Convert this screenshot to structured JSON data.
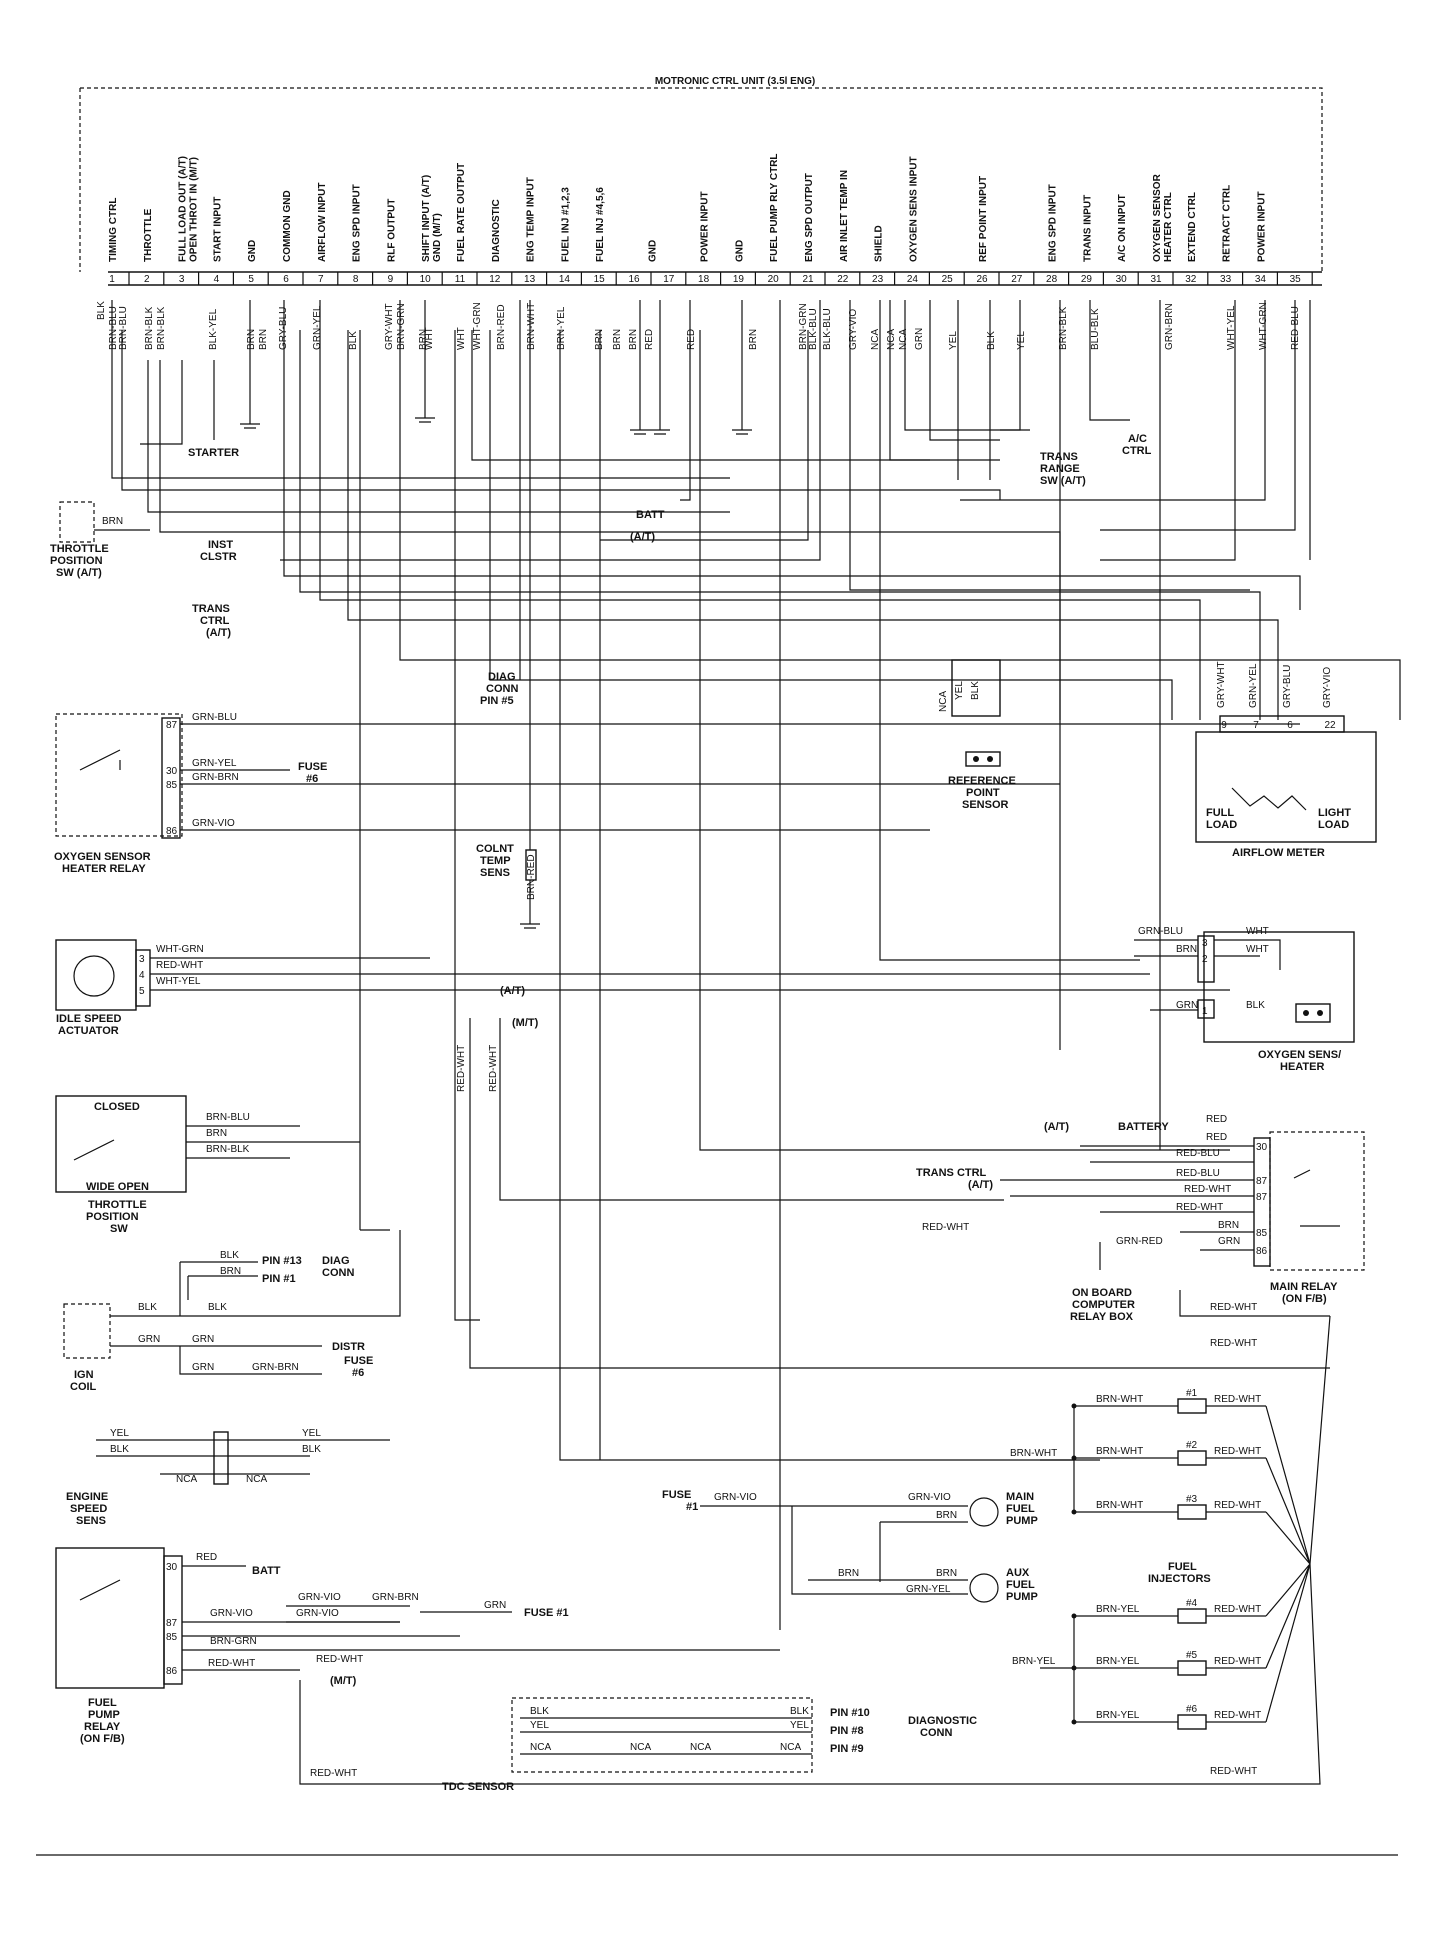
{
  "ecu": {
    "title": "MOTRONIC CTRL UNIT (3.5l ENG)",
    "functions": [
      [
        "TIMING CTRL"
      ],
      [
        "THROTTLE"
      ],
      [
        "FULL LOAD OUT (A/T)",
        "OPEN THROT IN (M/T)"
      ],
      [
        "START INPUT"
      ],
      [
        "GND"
      ],
      [
        "COMMON GND"
      ],
      [
        "AIRFLOW INPUT"
      ],
      [
        "ENG SPD INPUT"
      ],
      [
        "RLF OUTPUT"
      ],
      [
        "SHIFT INPUT (A/T)",
        "GND (M/T)"
      ],
      [
        "FUEL RATE OUTPUT"
      ],
      [
        "DIAGNOSTIC"
      ],
      [
        "ENG TEMP INPUT"
      ],
      [
        "FUEL INJ #1,2,3"
      ],
      [
        "FUEL INJ #4,5,6"
      ],
      [
        "GND"
      ],
      [
        "POWER INPUT"
      ],
      [
        "GND"
      ],
      [
        "FUEL PUMP RLY CTRL"
      ],
      [
        "ENG SPD OUTPUT"
      ],
      [
        "AIR INLET TEMP IN"
      ],
      [
        "SHIELD"
      ],
      [
        "OXYGEN SENS INPUT"
      ],
      [
        "REF POINT INPUT"
      ],
      [
        "ENG SPD INPUT"
      ],
      [
        "TRANS INPUT"
      ],
      [
        "A/C ON INPUT"
      ],
      [
        "OXYGEN SENSOR",
        "HEATER CTRL"
      ],
      [
        "EXTEND CTRL"
      ],
      [
        "RETRACT CTRL"
      ],
      [
        "POWER INPUT"
      ]
    ],
    "pins": [
      "1",
      "2",
      "3",
      "4",
      "5",
      "6",
      "7",
      "8",
      "9",
      "10",
      "11",
      "12",
      "13",
      "14",
      "15",
      "16",
      "17",
      "18",
      "19",
      "20",
      "21",
      "22",
      "23",
      "24",
      "25",
      "26",
      "27",
      "28",
      "29",
      "30",
      "31",
      "32",
      "33",
      "34",
      "35"
    ],
    "wires": [
      "BLK",
      "BRN-BLU",
      "BRN-BLU",
      "BRN-BLK",
      "BRN-BLK",
      "BLK-YEL",
      "BRN",
      "BRN",
      "GRY-BLU",
      "GRN-YEL",
      "BLK",
      "GRY-WHT",
      "BRN-GRN",
      "BRN",
      "WHT",
      "WHT",
      "WHT-GRN",
      "BRN-RED",
      "BRN-WHT",
      "BRN-YEL",
      "BRN",
      "BRN",
      "BRN",
      "RED",
      "RED",
      "BRN",
      "BRN-GRN",
      "BLK-BLU",
      "BLK-BLU",
      "GRY-VIO",
      "NCA",
      "NCA",
      "NCA",
      "GRN",
      "YEL",
      "BLK",
      "YEL",
      "BRN-BLK",
      "BLU-BLK",
      "GRN-BRN",
      "WHT-YEL",
      "WHT-GRN",
      "RED-BLU"
    ]
  },
  "labels": {
    "starter": "STARTER",
    "throttle_pos_sw": [
      "THROTTLE",
      "POSITION",
      "SW (A/T)"
    ],
    "inst_clstr": [
      "INST",
      "CLSTR"
    ],
    "trans_ctrl": [
      "TRANS",
      "CTRL",
      "(A/T)"
    ],
    "batt": "BATT",
    "at": "(A/T)",
    "mt": "(M/T)",
    "diag_conn": [
      "DIAG",
      "CONN",
      "PIN #5"
    ],
    "trans_range": [
      "TRANS",
      "RANGE",
      "SW (A/T)"
    ],
    "ac_ctrl": [
      "A/C",
      "CTRL"
    ],
    "ref_sensor": [
      "REFERENCE",
      "POINT",
      "SENSOR"
    ],
    "ref_wires": [
      "NCA",
      "YEL",
      "BLK"
    ],
    "airflow_meter": "AIRFLOW METER",
    "airflow_pins": [
      "9",
      "7",
      "6",
      "22"
    ],
    "airflow_wires": [
      "GRY-WHT",
      "GRN-YEL",
      "GRY-BLU",
      "GRY-VIO"
    ],
    "full_load": [
      "FULL",
      "LOAD"
    ],
    "light_load": [
      "LIGHT",
      "LOAD"
    ],
    "o2_relay": [
      "OXYGEN SENSOR",
      "HEATER RELAY"
    ],
    "o2_relay_pins": [
      "87",
      "30",
      "85",
      "86"
    ],
    "o2_relay_wires": [
      "GRN-BLU",
      "GRN-YEL",
      "GRN-BRN",
      "GRN-VIO"
    ],
    "fuse6": [
      "FUSE",
      "#6"
    ],
    "colnt": [
      "COLNT",
      "TEMP",
      "SENS"
    ],
    "isa": [
      "IDLE SPEED",
      "ACTUATOR"
    ],
    "isa_pins": [
      "3",
      "4",
      "5"
    ],
    "isa_wires": [
      "WHT-GRN",
      "RED-WHT",
      "WHT-YEL"
    ],
    "red_wht": "RED-WHT",
    "o2_sens": [
      "OXYGEN SENS/",
      "HEATER"
    ],
    "o2_sens_pins": [
      "3",
      "2",
      "1"
    ],
    "o2_sens_wires": [
      "GRN-BLU",
      "BRN",
      "GRN",
      "WHT",
      "WHT",
      "BLK"
    ],
    "tps_closed": "CLOSED",
    "tps_wide": "WIDE OPEN",
    "tps_sw": [
      "THROTTLE",
      "POSITION",
      "SW"
    ],
    "tps_wires": [
      "BRN-BLU",
      "BRN",
      "BRN-BLK"
    ],
    "battery": "BATTERY",
    "trans_ctrl2": [
      "TRANS CTRL",
      "(A/T)"
    ],
    "main_relay": [
      "MAIN RELAY",
      "(ON F/B)"
    ],
    "main_relay_pins": [
      "30",
      "87",
      "87",
      "85",
      "86"
    ],
    "main_relay_wires": [
      "RED",
      "RED",
      "RED-BLU",
      "RED-BLU",
      "RED-WHT",
      "RED-WHT",
      "BRN",
      "GRN",
      "GRN-RED",
      "RED-WHT"
    ],
    "obc": [
      "ON BOARD",
      "COMPUTER",
      "RELAY BOX"
    ],
    "diag2": [
      "PIN #13",
      "PIN #1",
      "DIAG",
      "CONN"
    ],
    "diag2_wires": [
      "BLK",
      "BRN",
      "BLK",
      "BLK"
    ],
    "ign_coil": [
      "IGN",
      "COIL"
    ],
    "distr": "DISTR",
    "fuse6b": [
      "FUSE",
      "#6"
    ],
    "ign_wires": [
      "GRN",
      "GRN",
      "GRN",
      "GRN-BRN"
    ],
    "eng_spd": [
      "ENGINE",
      "SPEED",
      "SENS"
    ],
    "eng_spd_wires": [
      "YEL",
      "BLK",
      "NCA",
      "NCA",
      "YEL",
      "BLK"
    ],
    "inj_wires": [
      "BRN-WHT",
      "RED-WHT"
    ],
    "inj": [
      "#1",
      "#2",
      "#3",
      "#4",
      "#5",
      "#6"
    ],
    "inj_feed": [
      "BRN-WHT",
      "BRN-YEL"
    ],
    "fuel_inj": [
      "FUEL",
      "INJECTORS"
    ],
    "fuse1": [
      "FUSE",
      "#1"
    ],
    "grn_vio": "GRN-VIO",
    "main_pump": [
      "MAIN",
      "FUEL",
      "PUMP"
    ],
    "aux_pump": [
      "AUX",
      "FUEL",
      "PUMP"
    ],
    "pump_wires": [
      "GRN-VIO",
      "BRN",
      "BRN",
      "BRN",
      "GRN-YEL"
    ],
    "fp_relay": [
      "FUEL",
      "PUMP",
      "RELAY",
      "(ON F/B)"
    ],
    "fp_relay_pins": [
      "30",
      "87",
      "85",
      "86"
    ],
    "fp_relay_wires": [
      "RED",
      "BATT",
      "GRN-VIO",
      "GRN-VIO",
      "GRN-BRN",
      "GRN-VIO",
      "BRN-GRN",
      "RED-WHT",
      "RED-WHT",
      "GRN",
      "FUSE #1"
    ],
    "tdc": "TDC SENSOR",
    "tdc_wires": [
      "BLK",
      "YEL",
      "NCA",
      "NCA",
      "NCA",
      "BLK",
      "YEL",
      "NCA"
    ],
    "tdc_pins": [
      "PIN #10",
      "PIN #8",
      "PIN #9"
    ],
    "diag_conn2": [
      "DIAGNOSTIC",
      "CONN"
    ]
  }
}
